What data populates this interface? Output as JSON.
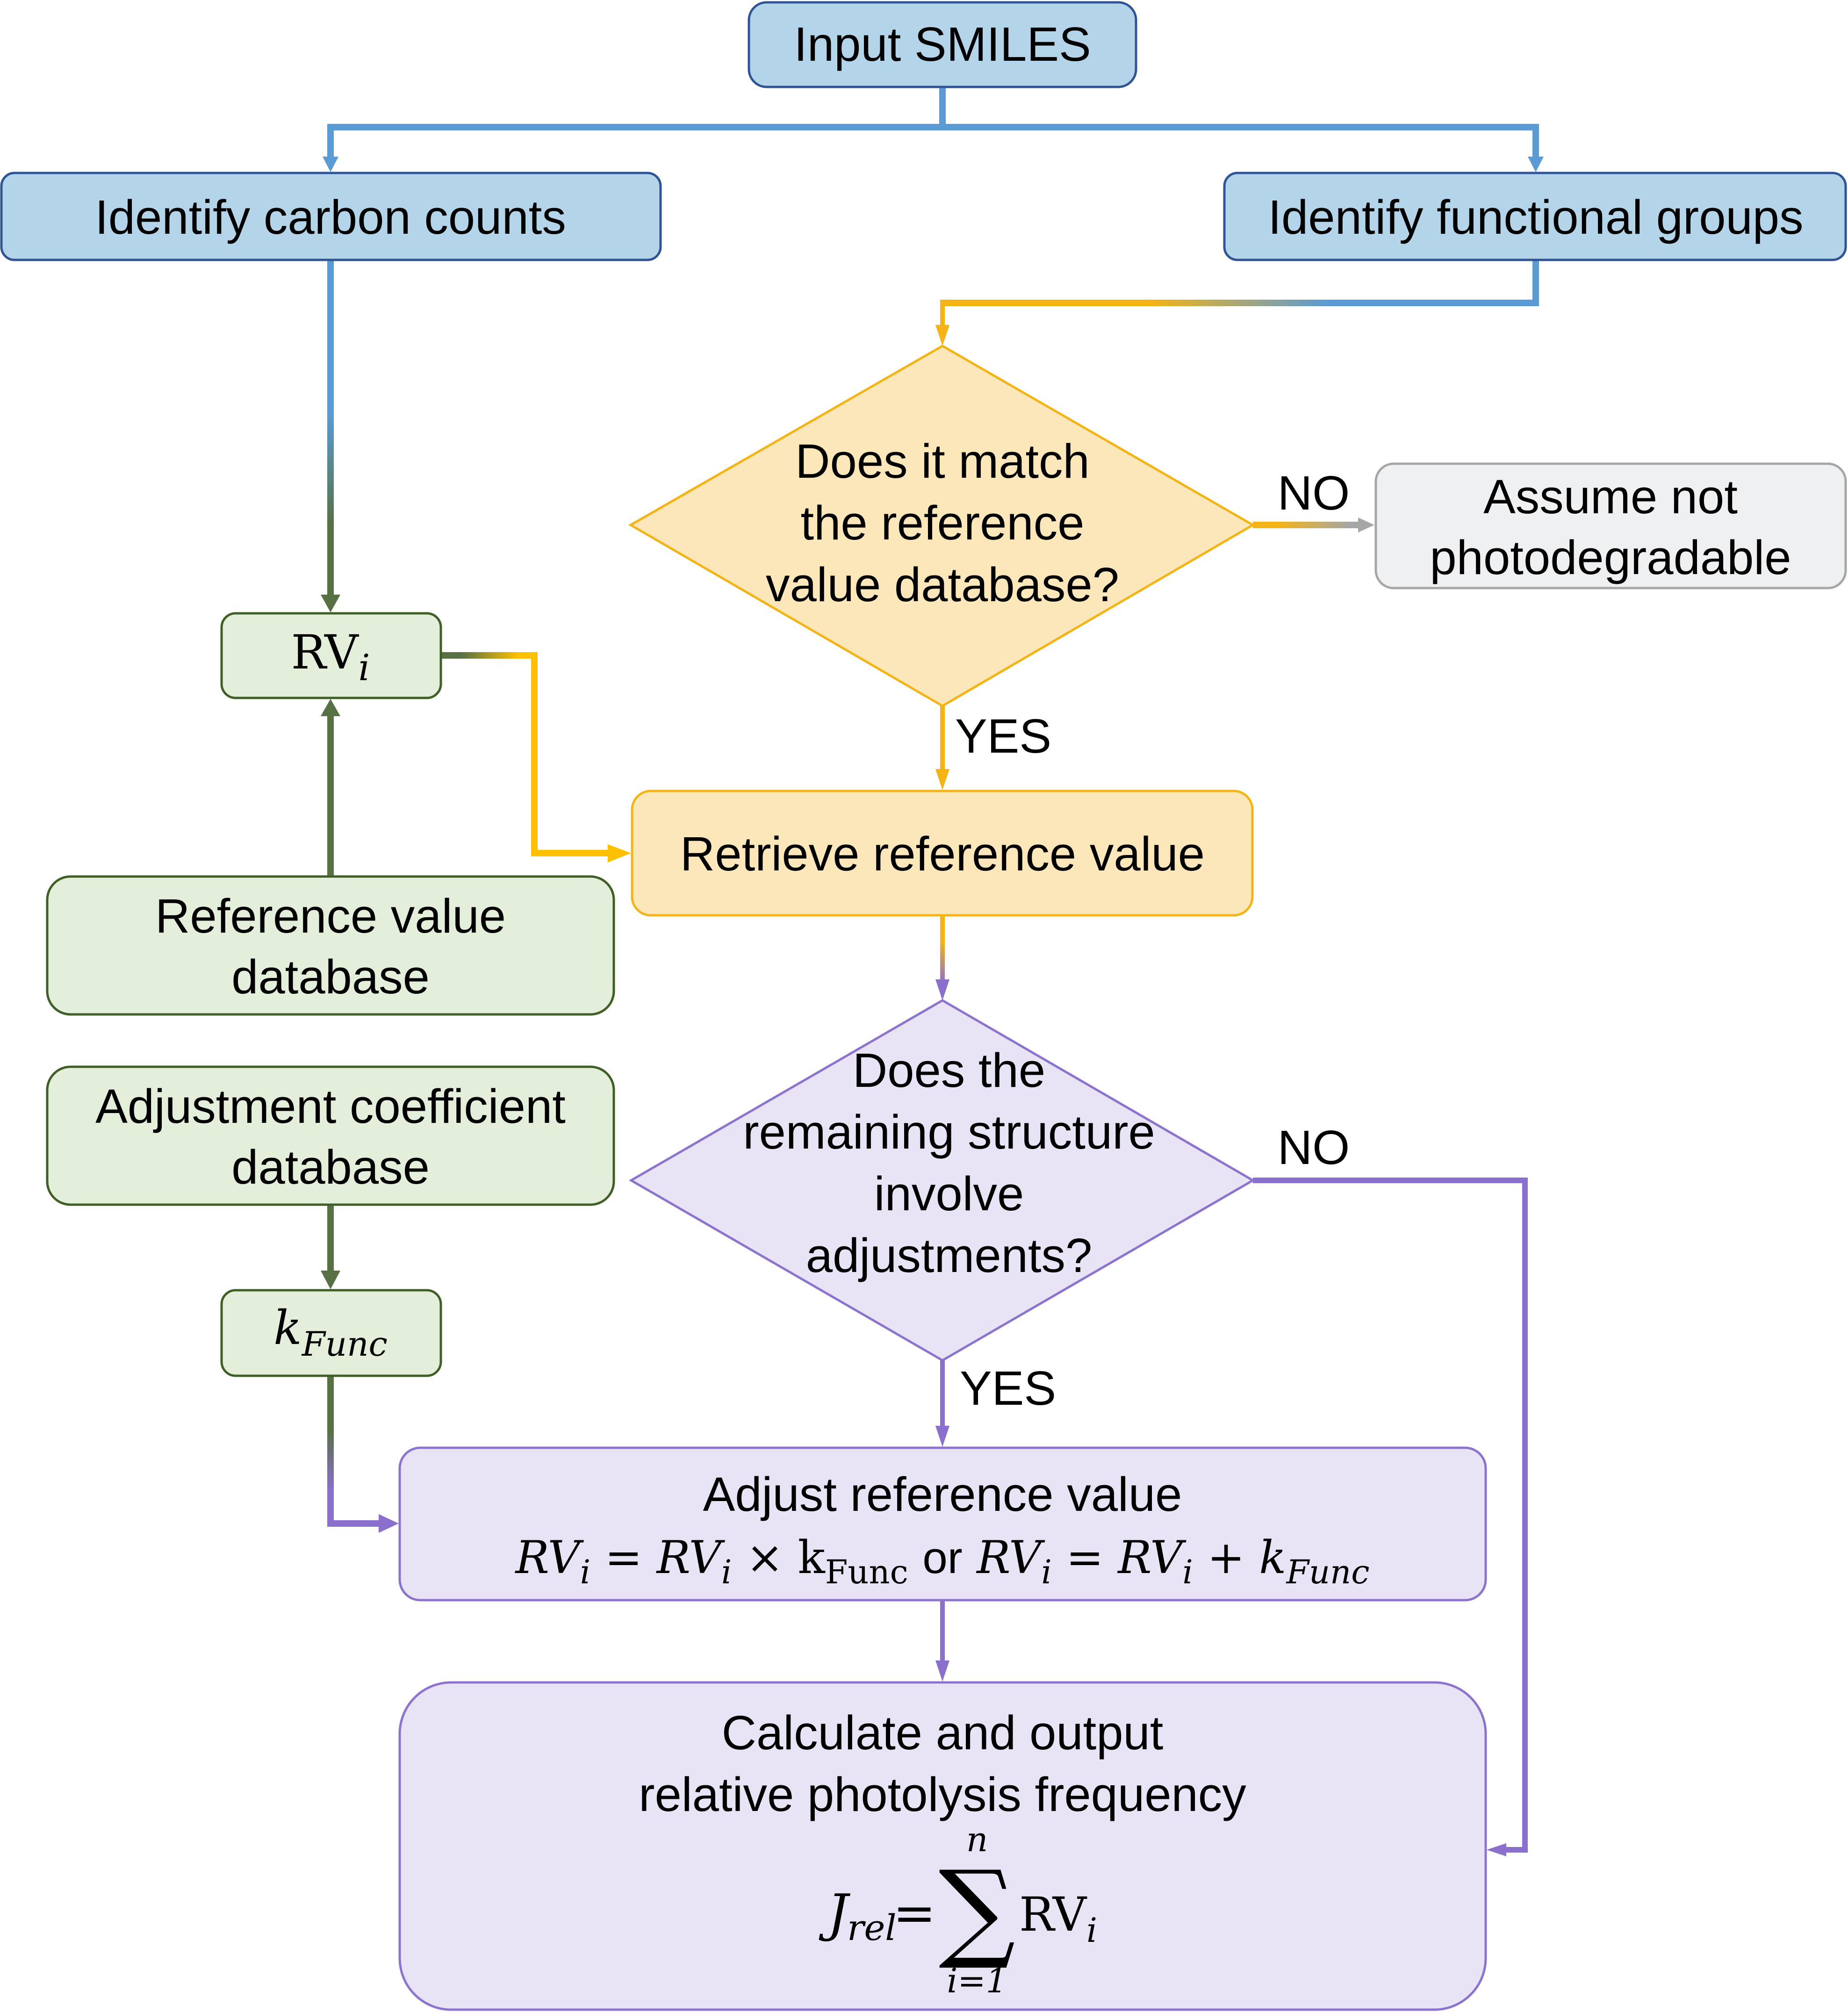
{
  "colors": {
    "blue_fill": "#b4d5e9",
    "blue_stroke": "#2f5496",
    "blue_line": "#5b9bd5",
    "yellow_fill": "#fce7bb",
    "yellow_stroke": "#f4b416",
    "yellow_line": "#ffc000",
    "green_fill": "#e3efdb",
    "green_stroke": "#3f5f27",
    "green_line": "#577145",
    "purple_fill": "#e8e4f5",
    "purple_stroke": "#8b73cf",
    "purple_line": "#8b6fcc",
    "gray_fill": "#eff0f2",
    "gray_stroke": "#a6a6a6",
    "gray_line": "#a6a6a6"
  },
  "nodes": {
    "input": {
      "label": "Input SMILES"
    },
    "carbon": {
      "label": "Identify carbon counts"
    },
    "functional": {
      "label": "Identify functional groups"
    },
    "match_decision": {
      "lines": [
        "Does it match",
        "the reference",
        "value database?"
      ]
    },
    "not_photodegradable": {
      "lines": [
        "Assume not",
        "photodegradable"
      ]
    },
    "rvi": {
      "base": "RV",
      "sub": "i"
    },
    "retrieve": {
      "label": "Retrieve reference value"
    },
    "ref_db": {
      "lines": [
        "Reference value",
        "database"
      ]
    },
    "adj_db": {
      "lines": [
        "Adjustment coefficient",
        "database"
      ]
    },
    "kfunc": {
      "base": "k",
      "sub": "Func"
    },
    "adjust_decision": {
      "lines": [
        "Does the",
        "remaining structure",
        "involve",
        "adjustments?"
      ]
    },
    "adjust": {
      "title": "Adjust reference value",
      "formula": {
        "lhs1": "RV",
        "lhs1_sub": "i",
        "eq1": "=",
        "rhs1": "RV",
        "rhs1_sub": "i",
        "op1": "×",
        "k1": "k",
        "k1_sub": "Func",
        "or": "or",
        "lhs2": "RV",
        "lhs2_sub": "i",
        "eq2": "=",
        "rhs2": "RV",
        "rhs2_sub": "i",
        "op2": "+",
        "k2": "k",
        "k2_sub": "Func"
      }
    },
    "calculate": {
      "lines": [
        "Calculate and output",
        "relative photolysis frequency"
      ],
      "formula": {
        "j": "J",
        "j_sub": "rel",
        "eq": "=",
        "sigma": "∑",
        "upper": "n",
        "lower": "i=1",
        "term": "RV",
        "term_sub": "i"
      }
    }
  },
  "edge_labels": {
    "match_no": "NO",
    "match_yes": "YES",
    "adjust_no": "NO",
    "adjust_yes": "YES"
  }
}
